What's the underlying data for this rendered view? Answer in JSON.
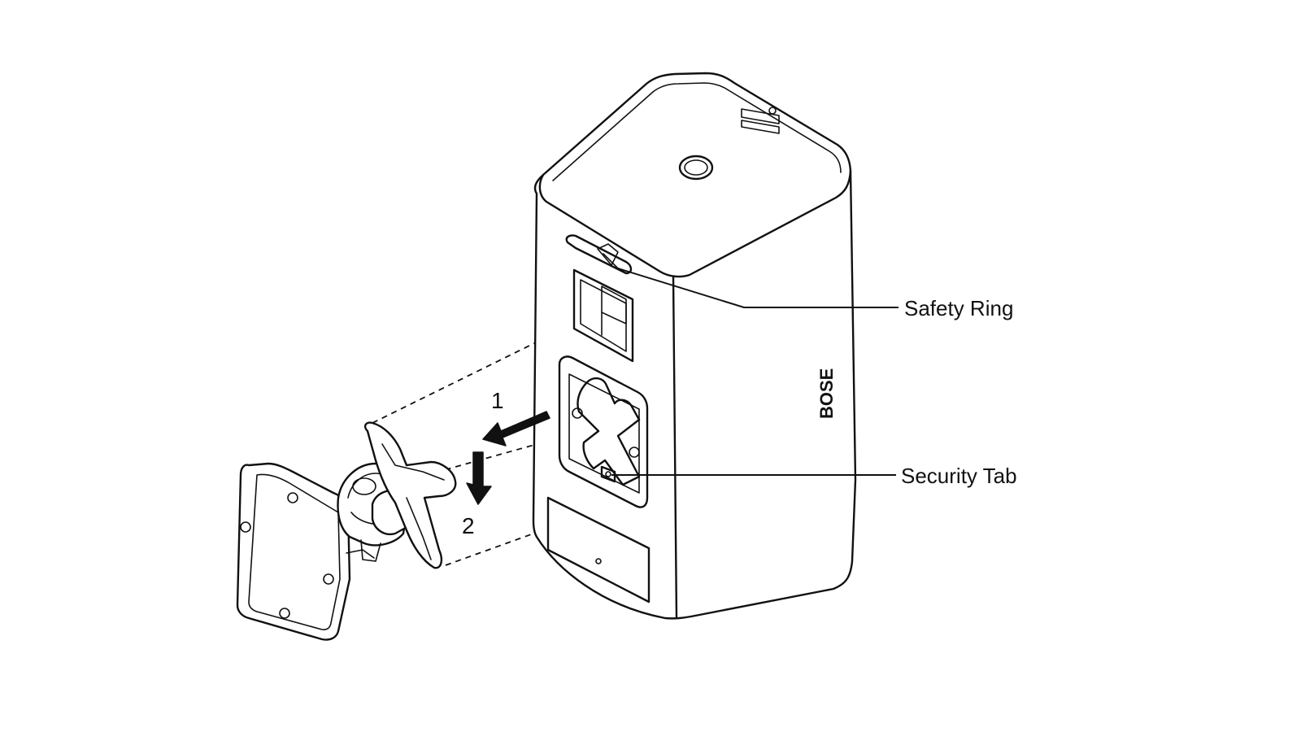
{
  "callouts": {
    "safety_ring": "Safety Ring",
    "security_tab": "Security Tab"
  },
  "steps": {
    "step_1": "1",
    "step_2": "2"
  },
  "logo": {
    "text": "BOSE",
    "icon": "bose-logo"
  },
  "colors": {
    "ink": "#111111",
    "background": "#ffffff"
  }
}
